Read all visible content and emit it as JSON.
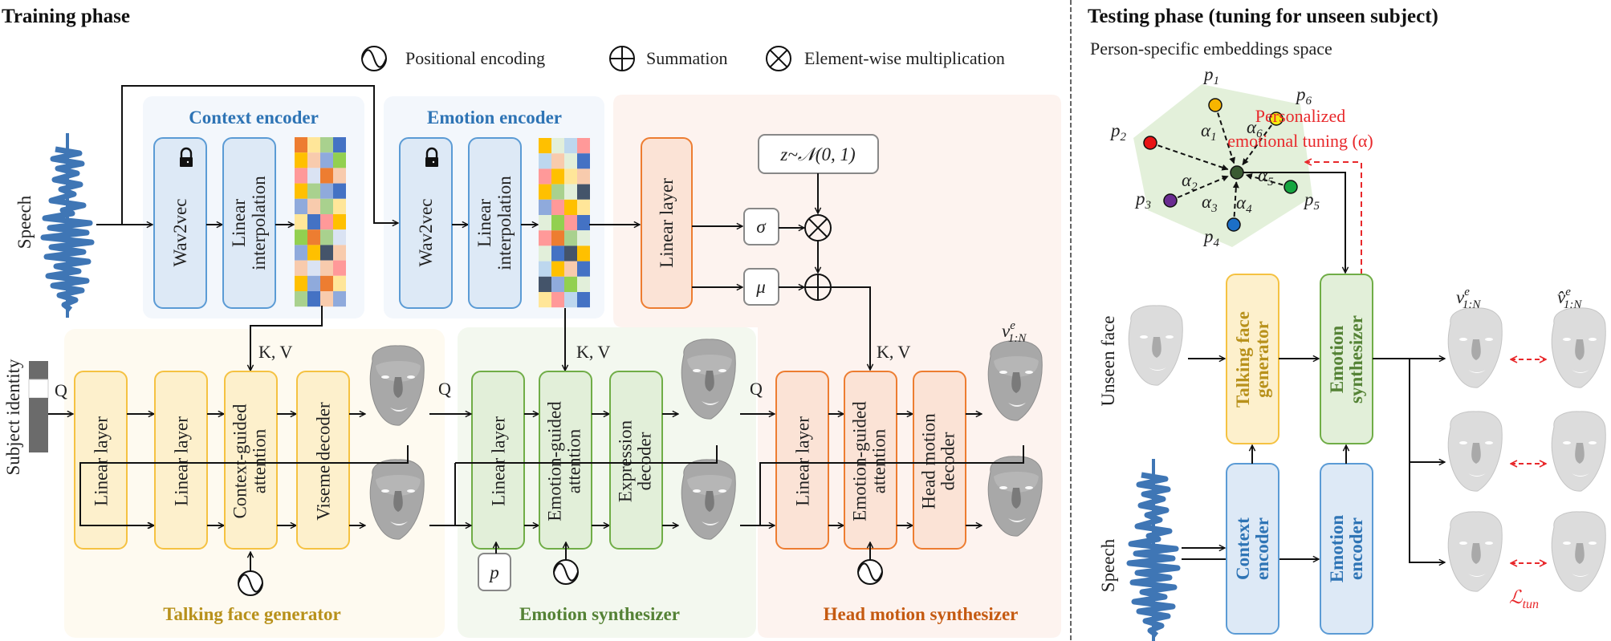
{
  "training": {
    "title": "Training phase",
    "legend": [
      {
        "icon": "positional-encoding-icon",
        "label": "Positional encoding"
      },
      {
        "icon": "summation-icon",
        "label": "Summation"
      },
      {
        "icon": "element-wise-multiplication-icon",
        "label": "Element-wise multiplication"
      }
    ],
    "inputs": {
      "speech": "Speech",
      "subject_identity": "Subject identity"
    },
    "context_encoder": {
      "title": "Context encoder",
      "wav2vec": "Wav2vec",
      "interp_line1": "Linear",
      "interp_line2": "interpolation",
      "locked": true
    },
    "emotion_encoder": {
      "title": "Emotion encoder",
      "wav2vec": "Wav2vec",
      "interp_line1": "Linear",
      "interp_line2": "interpolation",
      "locked": true
    },
    "vae": {
      "linear": "Linear layer",
      "noise": "z~𝒩(0, 1)",
      "sigma": "σ",
      "mu": "μ"
    },
    "talking_face": {
      "title": "Talking face generator",
      "blocks": [
        {
          "line1": "Linear layer",
          "line2": ""
        },
        {
          "line1": "Linear layer",
          "line2": ""
        },
        {
          "line1": "Context-guided",
          "line2": "attention"
        },
        {
          "line1": "Viseme decoder",
          "line2": ""
        }
      ]
    },
    "emotion_synth": {
      "title": "Emotion synthesizer",
      "blocks": [
        {
          "line1": "Linear layer",
          "line2": ""
        },
        {
          "line1": "Emotion-guided",
          "line2": "attention"
        },
        {
          "line1": "Expression",
          "line2": "decoder"
        }
      ],
      "p_label": "p"
    },
    "head_motion": {
      "title": "Head motion synthesizer",
      "blocks": [
        {
          "line1": "Linear layer",
          "line2": ""
        },
        {
          "line1": "Emotion-guided",
          "line2": "attention"
        },
        {
          "line1": "Head motion",
          "line2": "decoder"
        }
      ],
      "output_label": "v",
      "output_sup": "e",
      "output_sub": "1:N"
    },
    "labels": {
      "q": "Q",
      "kv": "K, V"
    }
  },
  "testing": {
    "title": "Testing phase  (tuning for unseen subject)",
    "embedding_title": "Person-specific embeddings space",
    "tuning_line1": "Personalized",
    "tuning_line2": "emotional tuning (α)",
    "points": [
      {
        "p": "p",
        "sub": "1",
        "a": "α",
        "asub": "1",
        "color": "#f7b500"
      },
      {
        "p": "p",
        "sub": "2",
        "a": "α",
        "asub": "2",
        "color": "#e81416"
      },
      {
        "p": "p",
        "sub": "3",
        "a": "α",
        "asub": "3",
        "color": "#6a2c91"
      },
      {
        "p": "p",
        "sub": "4",
        "a": "α",
        "asub": "4",
        "color": "#1c6fc7"
      },
      {
        "p": "p",
        "sub": "5",
        "a": "α",
        "asub": "5",
        "color": "#16a540"
      },
      {
        "p": "p",
        "sub": "6",
        "a": "α",
        "asub": "6",
        "color": "#f5e90f"
      }
    ],
    "inputs": {
      "face": "Unseen face",
      "speech": "Speech"
    },
    "blocks": {
      "talking_face_1": "Talking face",
      "talking_face_2": "generator",
      "emotion_synth_1": "Emotion",
      "emotion_synth_2": "synthesizer",
      "context_enc_1": "Context",
      "context_enc_2": "encoder",
      "emotion_enc_1": "Emotion",
      "emotion_enc_2": "encoder"
    },
    "output_label": "v",
    "output_sup": "e",
    "output_sub": "1:N",
    "target_label": "v̂",
    "target_sup": "e",
    "target_sub": "1:N",
    "loss_label": "ℒ",
    "loss_sub": "tun"
  },
  "colors": {
    "blue_box_fill": "#dde9f6",
    "blue_box_stroke": "#5b9bd5",
    "blue_panel": "#f3f7fc",
    "blue_text": "#2e74b5",
    "yellow_box_fill": "#fdf0cc",
    "yellow_box_stroke": "#f5c242",
    "yellow_panel": "#fefaf0",
    "yellow_text": "#b8911b",
    "green_box_fill": "#e2efd9",
    "green_box_stroke": "#70ad47",
    "green_panel": "#f3f8ef",
    "green_text": "#548235",
    "orange_box_fill": "#fbe3d6",
    "orange_box_stroke": "#ed7d31",
    "orange_panel": "#fdf3ef",
    "orange_text": "#c55a11",
    "red": "#e8282b"
  }
}
